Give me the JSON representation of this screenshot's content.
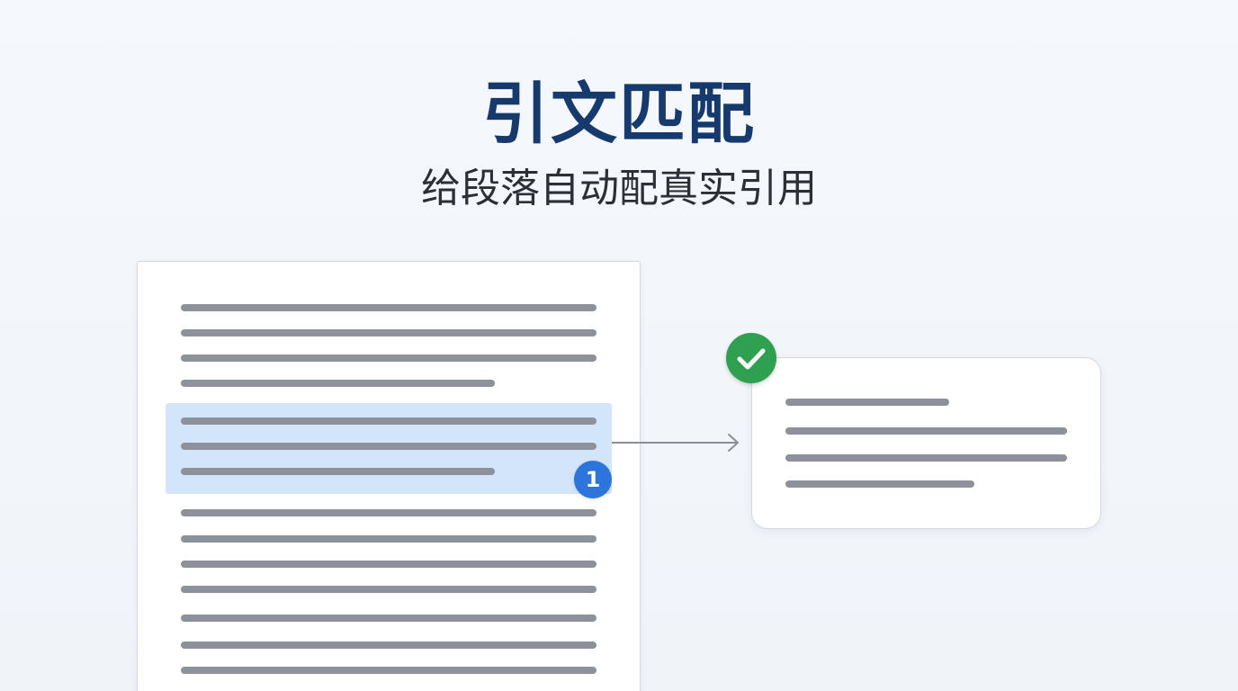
{
  "header": {
    "title": "引文匹配",
    "subtitle": "给段落自动配真实引用"
  },
  "citation": {
    "badge_number": "1",
    "verified_icon": "check-icon"
  },
  "colors": {
    "title": "#163a6e",
    "highlight": "#d2e5fb",
    "badge": "#2d75dc",
    "verified": "#2ea04f",
    "text_line": "#8d9199"
  }
}
